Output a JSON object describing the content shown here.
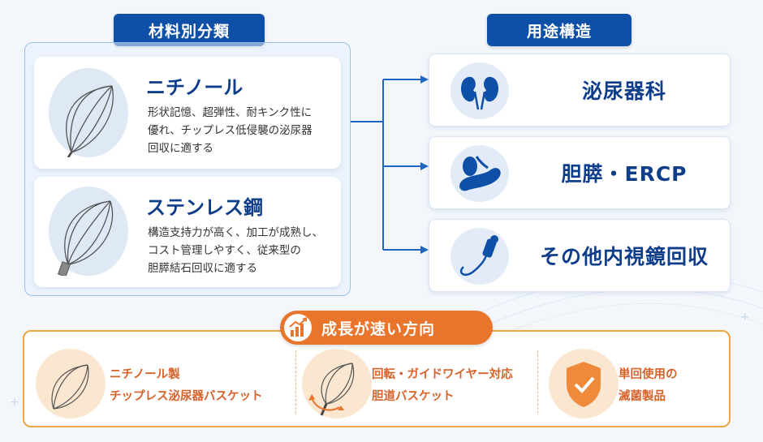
{
  "headers": {
    "materials": "材料別分類",
    "applications": "用途構造"
  },
  "materials": [
    {
      "title": "ニチノール",
      "desc_lines": [
        "形状記憶、超弾性、耐キンク性に",
        "優れ、チップレス低侵襲の泌尿器",
        "回収に適する"
      ]
    },
    {
      "title": "ステンレス鋼",
      "desc_lines": [
        "構造支持力が高く、加工が成熟し、",
        "コスト管理しやすく、従来型の",
        "胆膵結石回収に適する"
      ]
    }
  ],
  "applications": [
    {
      "label": "泌尿器科",
      "icon": "kidney-icon"
    },
    {
      "label": "胆膵・ERCP",
      "icon": "pancreas-icon"
    },
    {
      "label": "その他内視鏡回収",
      "icon": "endoscope-icon"
    }
  ],
  "growth": {
    "title": "成長が速い方向",
    "icon": "growth-chart-icon",
    "items": [
      {
        "lines": [
          "ニチノール製",
          "チップレス泌尿器バスケット"
        ],
        "icon": "basket-icon"
      },
      {
        "lines": [
          "回転・ガイドワイヤー対応",
          "胆道バスケット"
        ],
        "icon": "rotating-basket-icon"
      },
      {
        "lines": [
          "単回使用の",
          "滅菌製品"
        ],
        "icon": "shield-check-icon"
      }
    ]
  },
  "colors": {
    "primary_blue": "#0e4fa8",
    "title_blue": "#0e3d8a",
    "accent_orange": "#e8752b",
    "growth_text": "#d8622a"
  }
}
